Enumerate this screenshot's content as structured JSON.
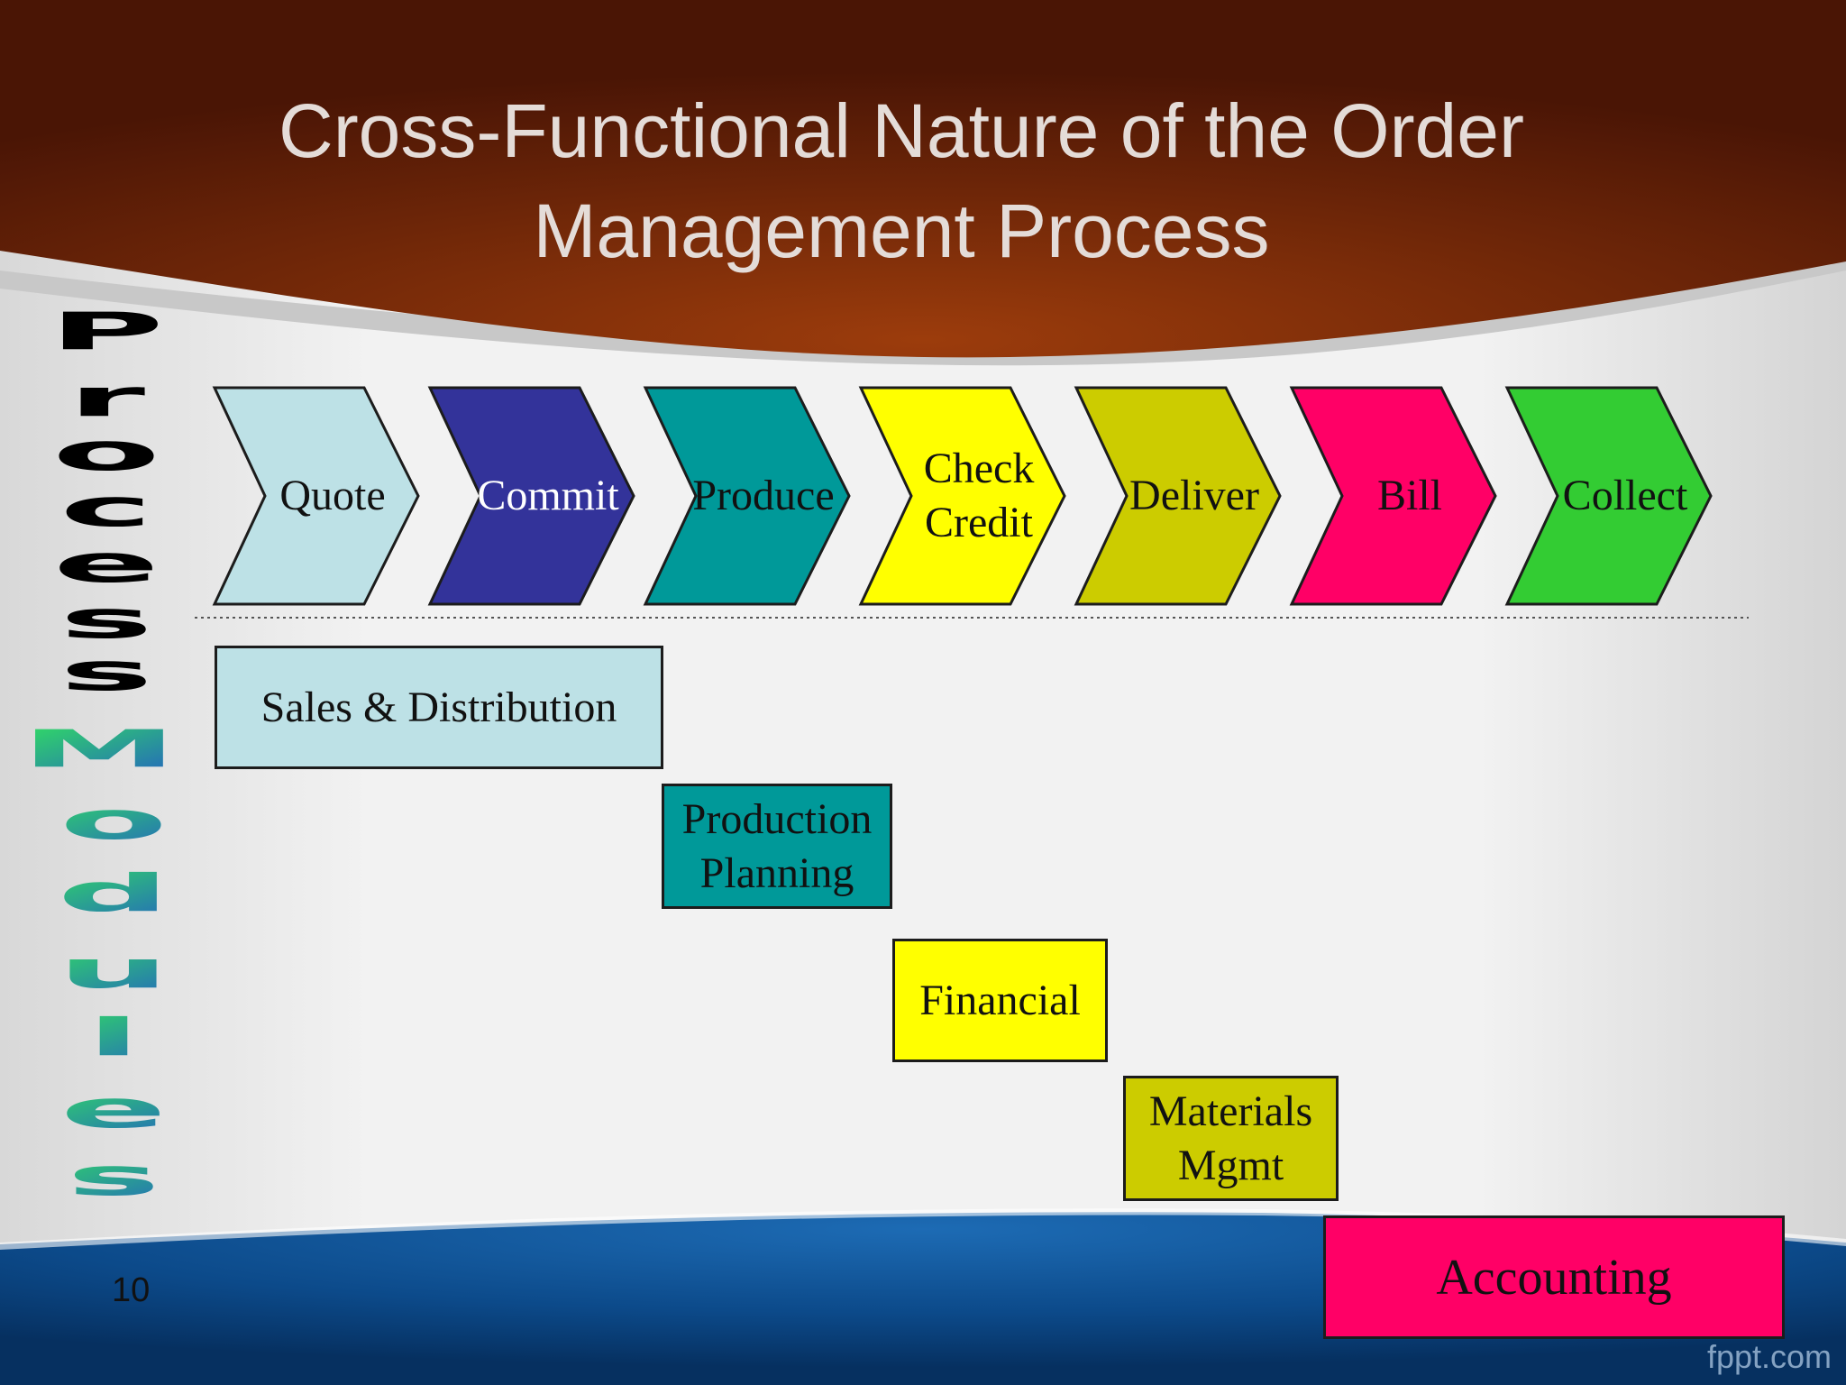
{
  "title_line1": "Cross-Functional Nature of the Order",
  "title_line2": "Management Process",
  "side_word1": [
    "P",
    "r",
    "o",
    "c",
    "e",
    "s",
    "s"
  ],
  "side_word2": [
    "M",
    "o",
    "d",
    "u",
    "l",
    "e",
    "s"
  ],
  "steps": [
    {
      "line1": "Quote",
      "line2": "",
      "color": "#bde1e6",
      "text": "#111111"
    },
    {
      "line1": "Commit",
      "line2": "",
      "color": "#33339a",
      "text": "#ffffff"
    },
    {
      "line1": "Produce",
      "line2": "",
      "color": "#009999",
      "text": "#111111"
    },
    {
      "line1": "Check",
      "line2": "Credit",
      "color": "#ffff00",
      "text": "#111111"
    },
    {
      "line1": "Deliver",
      "line2": "",
      "color": "#cccc00",
      "text": "#111111"
    },
    {
      "line1": "Bill",
      "line2": "",
      "color": "#ff0066",
      "text": "#111111"
    },
    {
      "line1": "Collect",
      "line2": "",
      "color": "#33cc33",
      "text": "#111111"
    }
  ],
  "modules": [
    {
      "line1": "Sales & Distribution",
      "line2": "",
      "color": "#bde1e6"
    },
    {
      "line1": "Production",
      "line2": "Planning",
      "color": "#009999"
    },
    {
      "line1": "Financial",
      "line2": "",
      "color": "#ffff00"
    },
    {
      "line1": "Materials",
      "line2": "Mgmt",
      "color": "#cccc00"
    },
    {
      "line1": "Accounting",
      "line2": "",
      "color": "#ff0066"
    }
  ],
  "page_number": "10",
  "watermark": "fppt.com",
  "colors": {
    "top_band": "#7a2a08",
    "bottom_band": "#0e4f8f",
    "side_word1": "#000000",
    "side_word2_gradient": [
      "#33ee55",
      "#2255cc"
    ]
  }
}
